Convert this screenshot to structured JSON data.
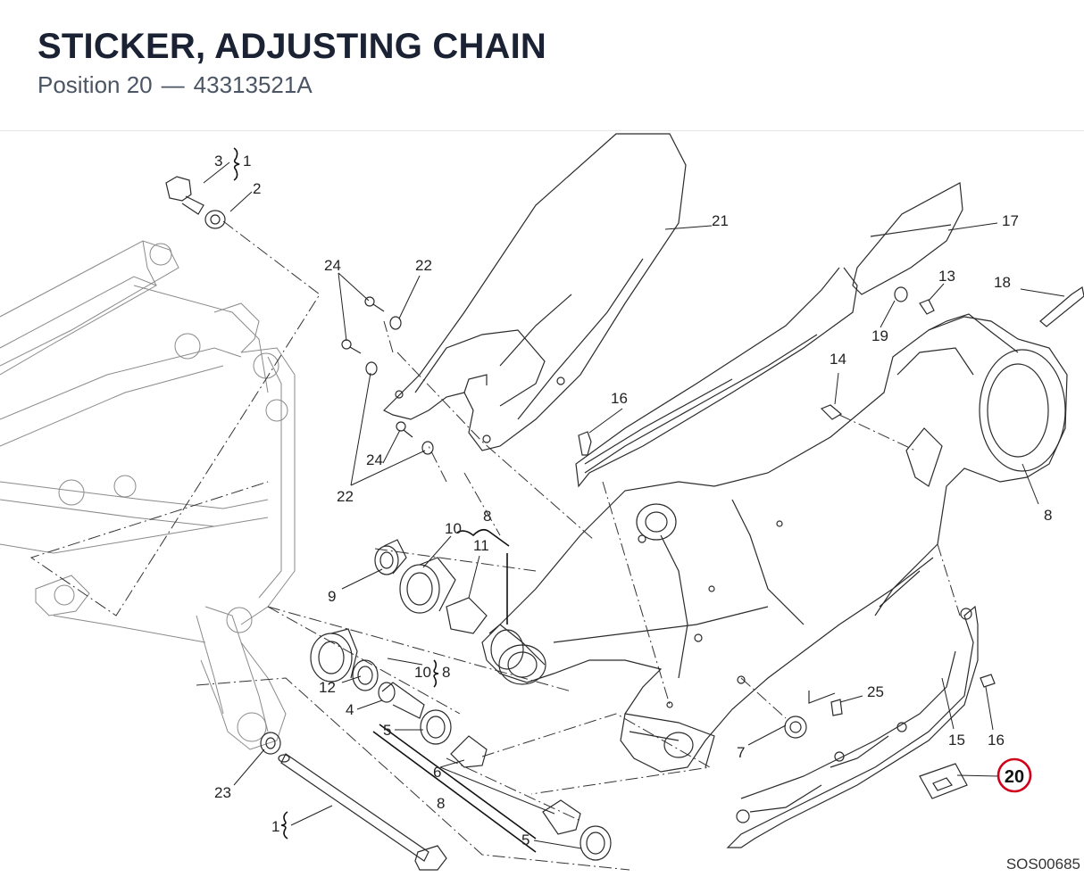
{
  "header": {
    "title": "STICKER, ADJUSTING CHAIN",
    "position_label": "Position 20",
    "dash": "—",
    "part_number": "43313521A"
  },
  "callouts": {
    "c1_top": "1",
    "c2": "2",
    "c3": "3",
    "c4": "4",
    "c5_upper": "5",
    "c5_lower": "5",
    "c6": "6",
    "c7": "7",
    "c8_right": "8",
    "c8_top": "8",
    "c8_mid": "8",
    "c8_lower": "8",
    "c9": "9",
    "c10_top": "10",
    "c10_mid": "10",
    "c11": "11",
    "c12": "12",
    "c13": "13",
    "c14": "14",
    "c15": "15",
    "c16_upper": "16",
    "c16_lower": "16",
    "c17": "17",
    "c18": "18",
    "c19": "19",
    "c21": "21",
    "c22_upper": "22",
    "c22_lower": "22",
    "c23": "23",
    "c24_upper": "24",
    "c24_mid": "24",
    "c25": "25",
    "c1_bottom": "1",
    "highlight": "20"
  },
  "highlight_color": "#d0021b",
  "drawing_code": "SOS00685"
}
